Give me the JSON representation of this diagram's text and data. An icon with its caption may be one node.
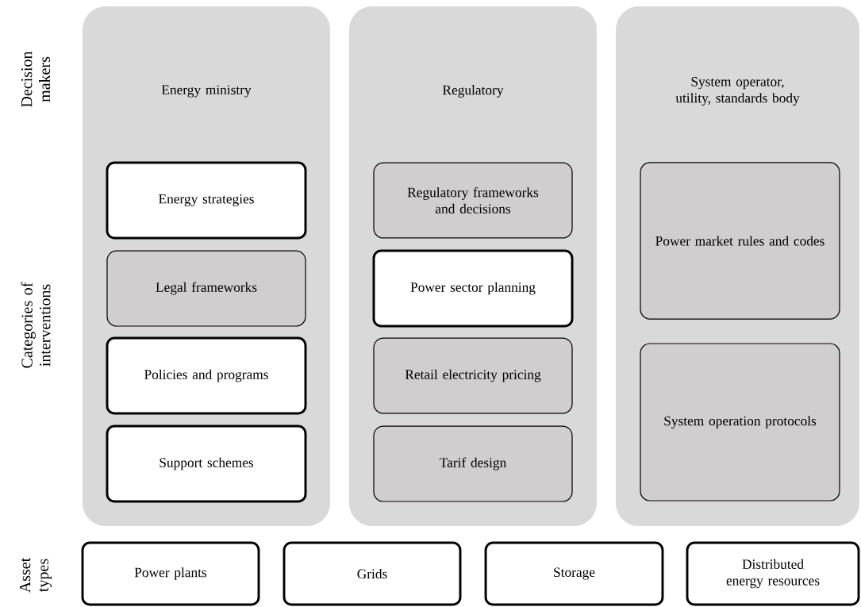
{
  "diagram": {
    "nodes": [
      {
        "text": [
          "Energy ministry"
        ]
      },
      {
        "text": [
          "Regulatory"
        ]
      },
      {
        "text": [
          "System operator, utility, standards body"
        ]
      },
      {
        "text": [
          "Energy strategies"
        ],
        "in": 0
      },
      {
        "text": [
          "Legal frameworks"
        ],
        "in": 0
      },
      {
        "text": [
          "Policies and programs"
        ],
        "in": 0
      },
      {
        "text": [
          "Support schemes"
        ],
        "in": 0
      },
      {
        "text": [
          "Regulatory frameworks and decisions"
        ],
        "in": 1
      },
      {
        "text": [
          "Power sector planning"
        ],
        "in": 1
      },
      {
        "text": [
          "Retail electricity pricing"
        ],
        "in": 1
      },
      {
        "text": [
          "Tarif design"
        ],
        "in": 1
      },
      {
        "text": [
          "Power market rules and codes"
        ],
        "in": 2
      },
      {
        "text": [
          "System operation protocols"
        ],
        "in": 2
      },
      {
        "text": [
          "Power plants"
        ]
      },
      {
        "text": [
          "Grids"
        ]
      },
      {
        "text": [
          "Storage"
        ]
      },
      {
        "text": [
          "Distributed energy resources"
        ]
      }
    ],
    "labels": [
      "Decision makers",
      "Categories of interventions",
      "Asset types"
    ]
  }
}
